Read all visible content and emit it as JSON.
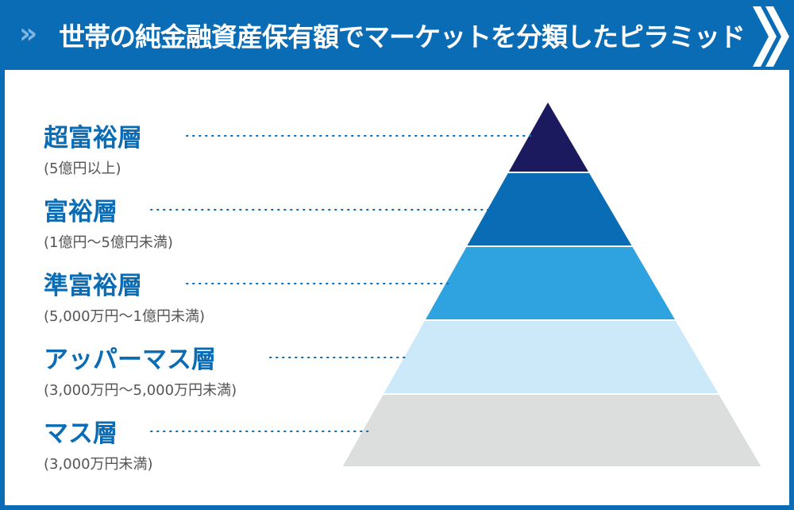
{
  "header": {
    "title": "世帯の純金融資産保有額でマーケットを分類したピラミッド"
  },
  "layers": [
    {
      "name": "超富裕層",
      "range": "(5億円以上)",
      "color": "#1b1a5e"
    },
    {
      "name": "富裕層",
      "range": "(1億円〜5億円未満)",
      "color": "#0a6cb5"
    },
    {
      "name": "準富裕層",
      "range": "(5,000万円〜1億円未満)",
      "color": "#2fa3e0"
    },
    {
      "name": "アッパーマス層",
      "range": "(3,000万円〜5,000万円未満)",
      "color": "#cce9f9"
    },
    {
      "name": "マス層",
      "range": "(3,000万円未満)",
      "color": "#dcdddd"
    }
  ]
}
